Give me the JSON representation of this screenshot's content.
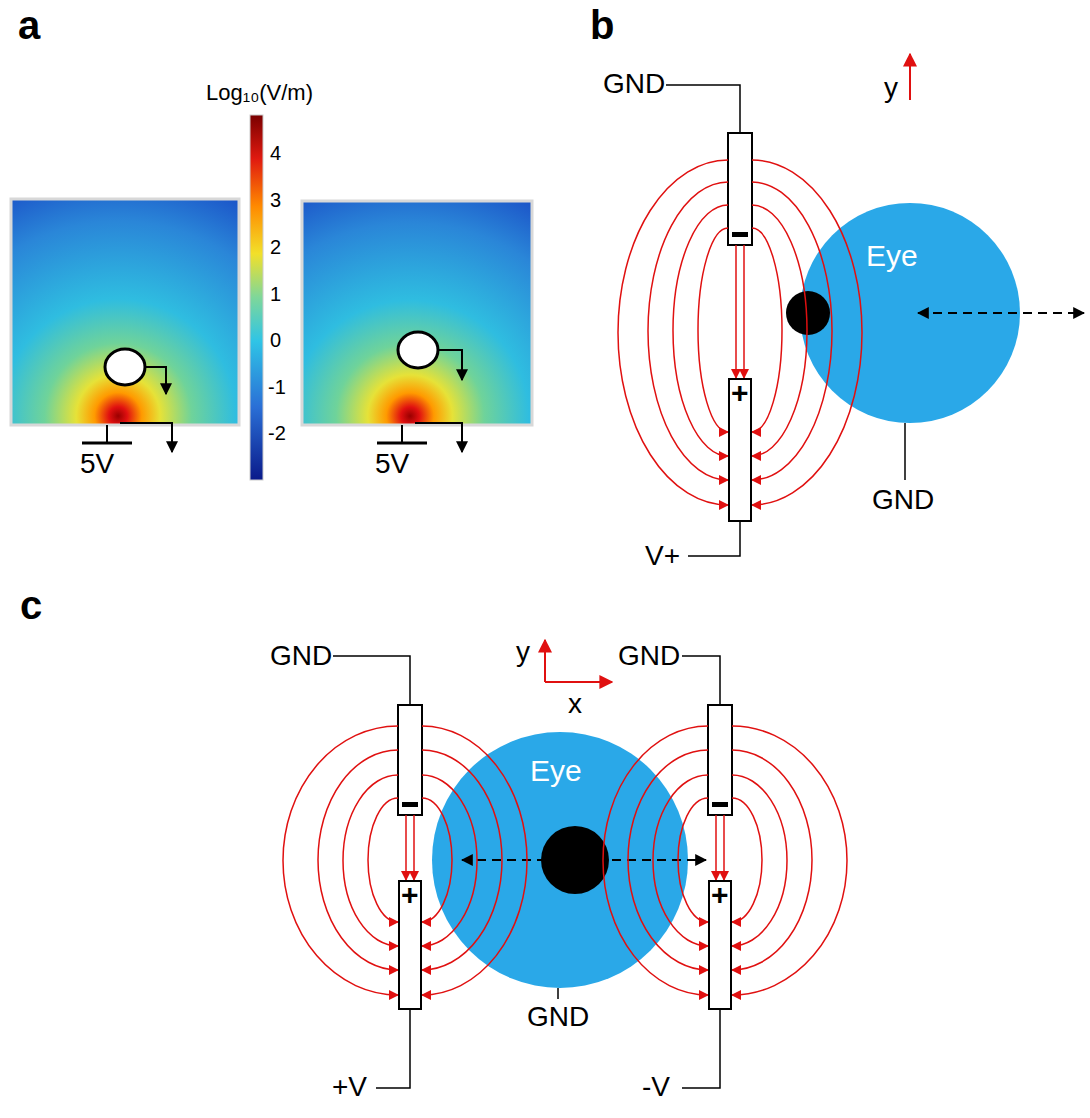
{
  "diagram": {
    "nodes": [
      {
        "text": [
          "Eye"
        ]
      },
      {
        "text": [
          "+"
        ]
      },
      {
        "text": [
          "Eye"
        ]
      },
      {
        "text": [
          "+"
        ]
      },
      {
        "text": [
          "+"
        ]
      }
    ],
    "labels": [
      "a",
      "Log₁₀(V/m)",
      "4",
      "3",
      "2",
      "1",
      "0",
      "-1",
      "-2",
      "5V",
      "5V",
      "b",
      "GND",
      "y",
      "GND",
      "V+",
      "c",
      "GND",
      "y",
      "x",
      "GND",
      "GND",
      "+V",
      "-V"
    ]
  }
}
